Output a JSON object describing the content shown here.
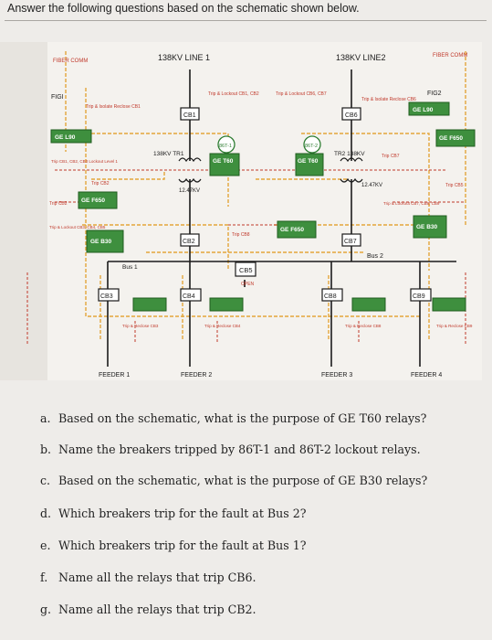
{
  "heading": "Answer the following questions based on the schematic shown below.",
  "diagram": {
    "line1": "138KV LINE 1",
    "line2": "138KV LINE2",
    "fiber_left": "FIBER COMM",
    "fiber_right": "FIBER COMM",
    "fig_left": "FIGI",
    "fig_right": "FIG2",
    "trip_isolate": "Trip & Isolate Reclose CB1",
    "trip_lockout_cb1_cb2": "Trip & Lockout CB1, CB2",
    "trip_lockout_cb6_cb7": "Trip & Lockout CB6, CB7",
    "trip_isolate_right": "Trip & Isolate Reclose CB6",
    "ge_l90_left": "GE L90",
    "ge_l90_right": "GE L90",
    "cb1": "CB1",
    "cb6": "CB6",
    "tr1": "138KV TR1",
    "tr2": "TR2 138KV",
    "kv1": "12.47KV",
    "kv2": "12.47KV",
    "ge_t60_left": "GE T60",
    "ge_t60_right": "GE T60",
    "r86t1": "86T-1",
    "r86t2": "86T-2",
    "trip_cb2_cb3_cb4_left": "Trip CB1, CB2, CB3 Lockout Level 1",
    "trip_cb2": "Trip CB2",
    "trip_cb7": "Trip CB7",
    "trip_cb8": "Trip CB8",
    "trip_cb2_left": "Trip CB2",
    "trip_cb5": "Trip CB5",
    "ge_f650_left": "GE F650",
    "ge_f650_mid": "GE F650",
    "ge_f650_right": "GE F650",
    "ge_b30_left": "GE B30",
    "ge_b30_right": "GE B30",
    "trip_lockout_left": "Trip & Lockout CB3, CB4, CB5",
    "trip_lockout_right": "Trip & Lockout CB7, CB8, CB9",
    "cb2": "CB2",
    "cb7": "CB7",
    "bus1": "Bus 1",
    "bus2": "Bus 2",
    "cb5": "CB5",
    "cb5_state": "OPEN",
    "cb3": "CB3",
    "cb4": "CB4",
    "cb8": "CB8",
    "cb9": "CB9",
    "reclose_cb3": "Trip & Reclose CB3",
    "reclose_cb4": "Trip & Reclose CB4",
    "reclose_cb8": "Trip & Reclose CB8",
    "reclose_cb9": "Trip & Reclose CB9",
    "feeder1": "FEEDER 1",
    "feeder2": "FEEDER 2",
    "feeder3": "FEEDER 3",
    "feeder4": "FEEDER 4"
  },
  "questions": [
    {
      "letter": "a.",
      "text": "Based on the schematic, what is the purpose of GE T60 relays?"
    },
    {
      "letter": "b.",
      "text": "Name the breakers tripped by 86T-1 and 86T-2 lockout relays."
    },
    {
      "letter": "c.",
      "text": "Based on the schematic, what is the purpose of GE B30 relays?"
    },
    {
      "letter": "d.",
      "text": "Which breakers trip for the fault at Bus 2?"
    },
    {
      "letter": "e.",
      "text": "Which breakers trip for the fault at Bus 1?"
    },
    {
      "letter": "f.",
      "text": "Name all the relays that trip CB6."
    },
    {
      "letter": "g.",
      "text": "Name all the relays that trip CB2."
    }
  ]
}
